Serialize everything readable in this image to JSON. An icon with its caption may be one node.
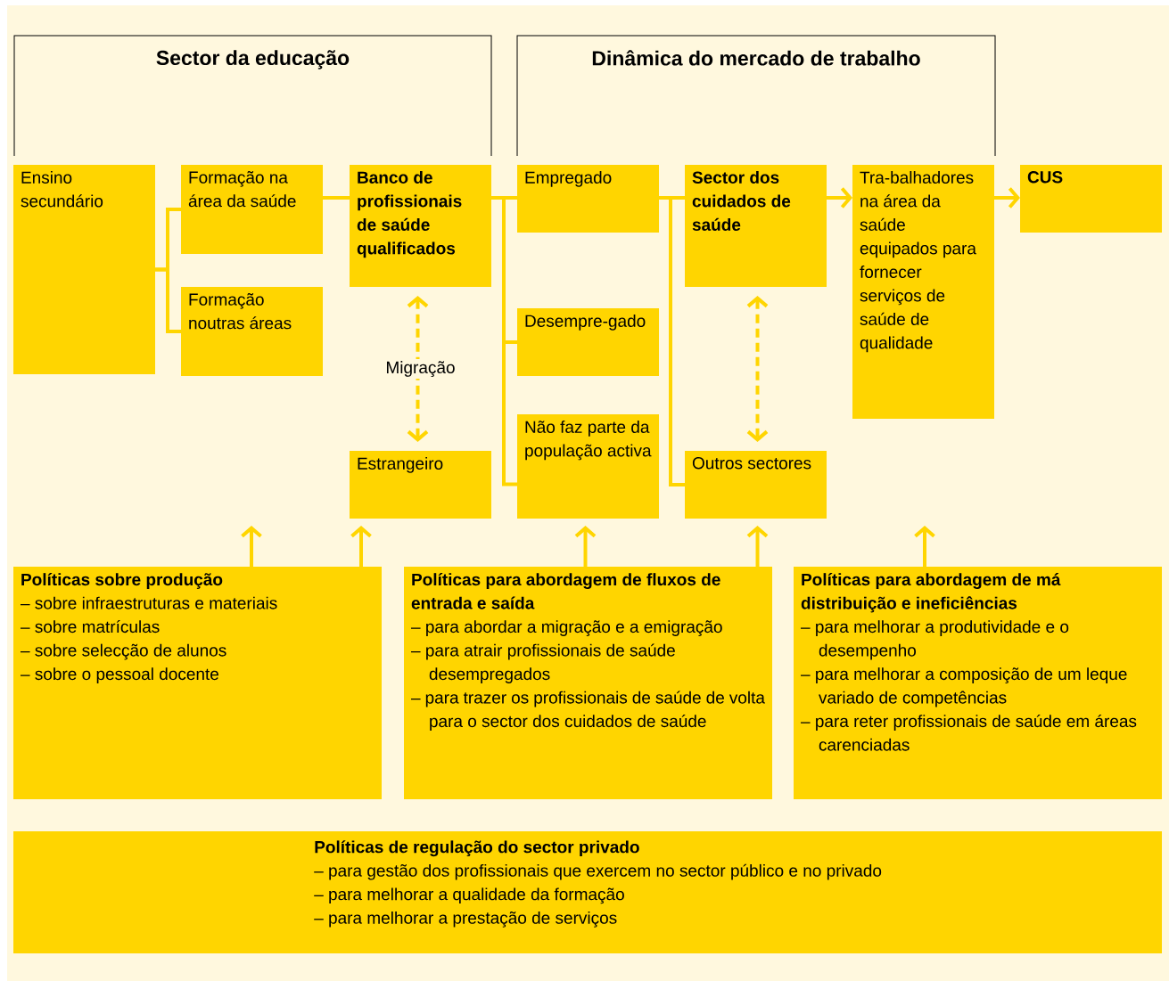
{
  "diagram": {
    "nodes": [
      {
        "text": [
          "Sector da educação"
        ]
      },
      {
        "text": [
          "Dinâmica do mercado de trabalho"
        ]
      },
      {
        "text": [
          "Ensino secundário"
        ]
      },
      {
        "text": [
          "Formação na área da saúde"
        ]
      },
      {
        "text": [
          "Formação noutras áreas"
        ]
      },
      {
        "text": [
          "Banco de profissionais de saúde qualificados"
        ]
      },
      {
        "text": [
          "Estrangeiro"
        ]
      },
      {
        "text": [
          "Empregado"
        ]
      },
      {
        "text": [
          "Desempre-gado"
        ]
      },
      {
        "text": [
          "Não faz parte da população activa"
        ]
      },
      {
        "text": [
          "Sector dos cuidados de saúde"
        ]
      },
      {
        "text": [
          "Outros sectores"
        ]
      },
      {
        "text": [
          "Tra-balhadores na área da saúde equipados para fornecer serviços de saúde de qualidade"
        ]
      },
      {
        "text": [
          "CUS"
        ]
      },
      {
        "text": [
          "Políticas sobre produção",
          "– sobre infraestruturas e materiais",
          "– sobre matrículas",
          "– sobre selecção de alunos",
          "– sobre o pessoal docente"
        ]
      },
      {
        "text": [
          "Políticas para abordagem de fluxos de entrada e saída",
          "– para abordar a migração e a emigração",
          "– para atrair profissionais de saúde desempregados",
          "– para trazer os profissionais de saúde de volta para o sector dos cuidados de saúde"
        ]
      },
      {
        "text": [
          "Políticas para abordagem de má distribuição e ineficiências",
          "– para melhorar a produtividade e o desempenho",
          "– para melhorar a composição de um leque variado de competências",
          "– para reter profissionais de saúde em áreas carenciadas"
        ]
      },
      {
        "text": [
          "Políticas de regulação do sector privado",
          "– para gestão dos profissionais que exercem no sector público e no privado",
          "– para melhorar a qualidade da formação",
          "– para melhorar a prestação de serviços"
        ]
      }
    ],
    "edges": [
      {
        "from": 2,
        "to": 3,
        "arrow": "none"
      },
      {
        "from": 2,
        "to": 4,
        "arrow": "none"
      },
      {
        "from": 3,
        "to": 5,
        "arrow": "none"
      },
      {
        "from": 5,
        "to": 7,
        "arrow": "none"
      },
      {
        "from": 5,
        "to": 8,
        "arrow": "none"
      },
      {
        "from": 5,
        "to": 9,
        "arrow": "none"
      },
      {
        "from": 7,
        "to": 10,
        "arrow": "none"
      },
      {
        "from": 7,
        "to": 11,
        "arrow": "none"
      },
      {
        "from": 10,
        "to": 12,
        "arrow": "to"
      },
      {
        "from": 12,
        "to": 13,
        "arrow": "to"
      },
      {
        "from": 5,
        "to": 6,
        "arrow": "both",
        "style": "dashed",
        "label": "Migração"
      },
      {
        "from": 10,
        "to": 11,
        "arrow": "both",
        "style": "dashed"
      },
      {
        "from": 14,
        "to": null,
        "arrow": "to"
      },
      {
        "from": 14,
        "to": 6,
        "arrow": "to"
      },
      {
        "from": 15,
        "to": 9,
        "arrow": "to"
      },
      {
        "from": 15,
        "to": 11,
        "arrow": "to"
      },
      {
        "from": 16,
        "to": null,
        "arrow": "to"
      }
    ]
  }
}
